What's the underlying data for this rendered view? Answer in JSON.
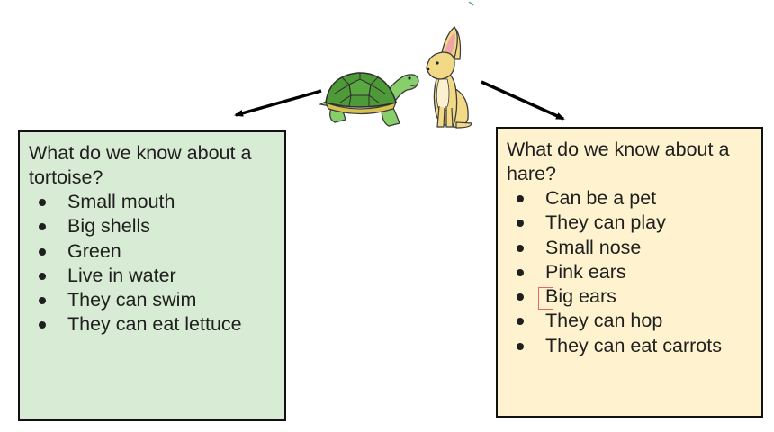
{
  "colors": {
    "tortoise_box_fill": "#d8ebd4",
    "hare_box_fill": "#fff3cf",
    "box_border": "#111111",
    "arrow": "#000000",
    "text": "#1f1f1f",
    "tortoise_shell": "#4e9a38",
    "tortoise_skin": "#86cf6b",
    "hare_fur": "#f2d985",
    "hare_chest": "#fbf0d0",
    "hare_inner_ear": "#efa4a8",
    "text_cursor_box": "#e06a5f"
  },
  "illustrations": {
    "tortoise": "tortoise-icon",
    "hare": "hare-icon"
  },
  "tortoise_box": {
    "title": "What do we know about a tortoise?",
    "items": [
      "Small mouth",
      "Big shells",
      "Green",
      "Live in water",
      "They can swim",
      "They can eat lettuce"
    ]
  },
  "hare_box": {
    "title": "What do we know about a hare?",
    "items": [
      "Can be a pet",
      "They can play",
      "Small nose",
      "Pink ears",
      "Big ears",
      "They can hop",
      "They can eat carrots"
    ]
  }
}
